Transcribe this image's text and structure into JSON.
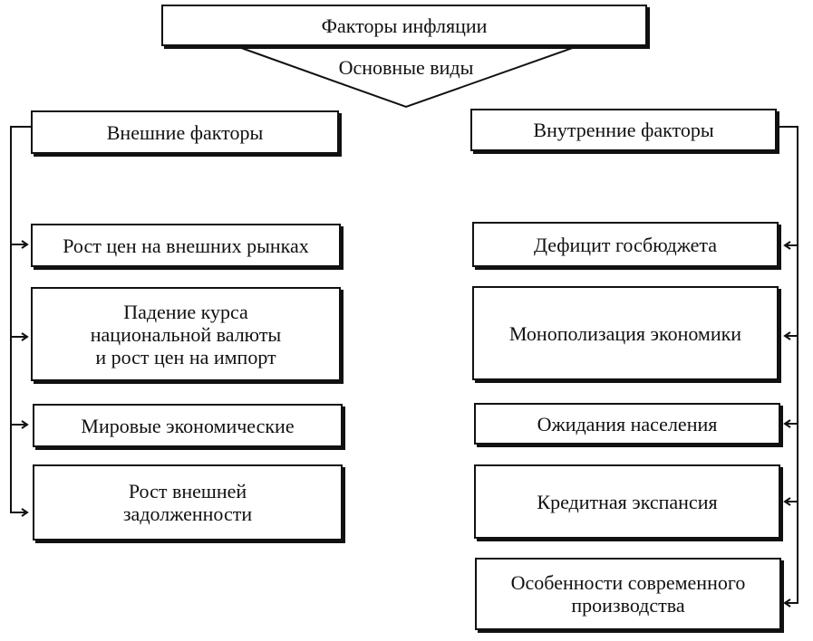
{
  "title": "Факторы инфляции",
  "subtitle": "Основные виды",
  "external": {
    "heading": "Внешние факторы",
    "items": [
      [
        "Рост цен на внешних рынках"
      ],
      [
        "Падение курса",
        "национальной валюты",
        "и рост цен на импорт"
      ],
      [
        "Мировые экономические"
      ],
      [
        "Рост внешней",
        "задолженности"
      ]
    ]
  },
  "internal": {
    "heading": "Внутренние факторы",
    "items": [
      [
        "Дефицит госбюджета"
      ],
      [
        "Монополизация экономики"
      ],
      [
        "Ожидания населения"
      ],
      [
        "Кредитная экспансия"
      ],
      [
        "Особенности современного",
        "производства"
      ]
    ]
  }
}
